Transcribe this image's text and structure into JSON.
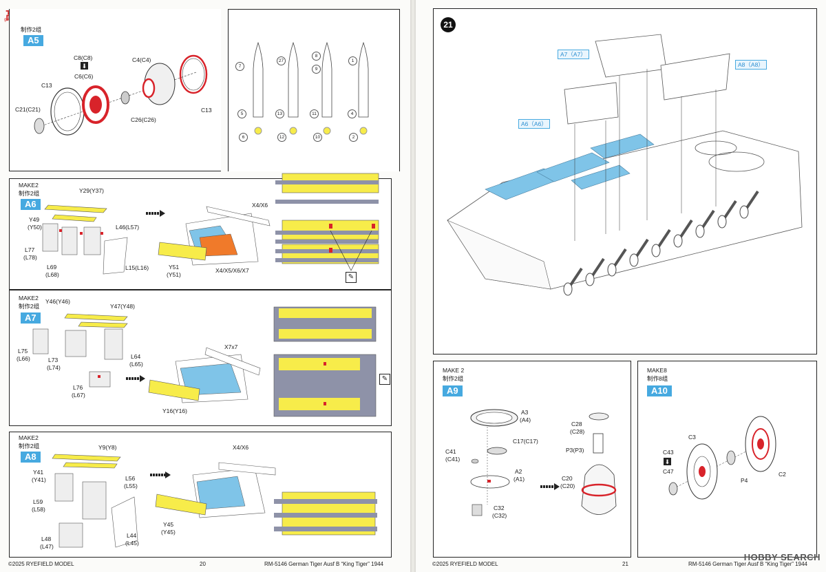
{
  "watermark_top": {
    "text": "高手网",
    "sub": "gao-shou.com"
  },
  "left_page": {
    "a5": {
      "make_cn": "制作2组",
      "badge": "A5",
      "labels": {
        "c8": "C8(C8)",
        "c6": "C6(C6)",
        "c4": "C4(C4)",
        "c13a": "C13",
        "c21": "C21(C21)",
        "c26": "C26(C26)",
        "c13b": "C13"
      }
    },
    "shells": {
      "top_numbers": [
        "7",
        "27",
        "8",
        "9",
        "1"
      ],
      "mid_numbers": [
        "5",
        "13",
        "11",
        "4"
      ],
      "bottom_numbers": [
        "6",
        "12",
        "10",
        "2"
      ]
    },
    "a6": {
      "make": "MAKE2",
      "make_cn": "制作2组",
      "badge": "A6",
      "labels": {
        "y29": "Y29(Y37)",
        "y49": "Y49",
        "y50": "(Y50)",
        "l46": "L46(L57)",
        "l77": "L77",
        "l78": "(L78)",
        "l69": "L69",
        "l68": "(L68)",
        "l15": "L15(L16)",
        "x4x6": "X4/X6",
        "y51a": "Y51",
        "y51b": "(Y51)",
        "x4567": "X4/X5/X6/X7"
      }
    },
    "a7": {
      "make": "MAKE2",
      "make_cn": "制作2组",
      "badge": "A7",
      "labels": {
        "y46": "Y46(Y46)",
        "y47": "Y47(Y48)",
        "l75": "L75",
        "l66": "(L66)",
        "l73": "L73",
        "l74": "(L74)",
        "l64": "L64",
        "l65": "(L65)",
        "l76": "L76",
        "l67": "(L67)",
        "x7": "X7x7",
        "y16": "Y16(Y16)"
      }
    },
    "a8": {
      "make": "MAKE2",
      "make_cn": "制作2组",
      "badge": "A8",
      "labels": {
        "y9": "Y9(Y8)",
        "y41": "Y41",
        "y41b": "(Y41)",
        "l56": "L56",
        "l55": "(L55)",
        "l59": "L59",
        "l58": "(L58)",
        "x4x6": "X4/X6",
        "y45": "Y45",
        "y45b": "(Y45)",
        "l48": "L48",
        "l47": "(L47)",
        "l44": "L44",
        "l45": "(L45)"
      }
    },
    "footer": {
      "copyright": "©2025 RYEFIELD MODEL",
      "page": "20",
      "title": "RM-5146 German Tiger Ausf B “King Tiger” 1944"
    }
  },
  "right_page": {
    "step21": {
      "step": "21",
      "tags": {
        "a7": "A7（A7）",
        "a8": "A8（A8）",
        "a6": "A6（A6）"
      }
    },
    "a9": {
      "make": "MAKE 2",
      "make_cn": "制作2组",
      "badge": "A9",
      "labels": {
        "a3": "A3",
        "a4": "(A4)",
        "c17": "C17(C17)",
        "c41": "C41",
        "c41b": "(C41)",
        "a2": "A2",
        "a1": "(A1)",
        "c32": "C32",
        "c32b": "(C32)",
        "c28": "C28",
        "c28b": "(C28)",
        "p3": "P3(P3)",
        "c20": "C20",
        "c20b": "(C20)"
      }
    },
    "a10": {
      "make": "MAKE8",
      "make_cn": "制作8组",
      "badge": "A10",
      "labels": {
        "c3": "C3",
        "c43": "C43",
        "c47": "C47",
        "p4": "P4",
        "c2": "C2"
      }
    },
    "footer": {
      "copyright": "©2025 RYEFIELD MODEL",
      "page": "21",
      "title": "RM-5146 German Tiger Ausf B “King Tiger” 1944"
    }
  },
  "hobby_search": "HOBBY SEARCH",
  "colors": {
    "accent": "#46a9e0",
    "yellow": "#f7ec4a",
    "red": "#d8232a",
    "grey": "#8e92a8",
    "blue_part": "#7fc4e8",
    "orange": "#f07a2a"
  }
}
